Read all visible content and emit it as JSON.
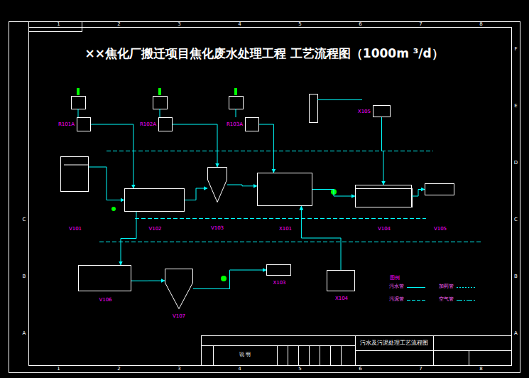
{
  "diagram": {
    "title": "××焦化厂搬迁项目焦化废水处理工程 工艺流程图（1000m ³/d）",
    "nodes": [
      {
        "text": [
          "V101"
        ]
      },
      {
        "text": [
          "V102"
        ]
      },
      {
        "text": [
          "V103"
        ]
      },
      {
        "text": [
          "X101"
        ]
      },
      {
        "text": [
          "V104"
        ]
      },
      {
        "text": [
          "V105"
        ]
      },
      {
        "text": [
          "V106"
        ]
      },
      {
        "text": [
          "V107"
        ]
      },
      {
        "text": [
          "X103"
        ]
      },
      {
        "text": [
          "X104"
        ]
      },
      {
        "text": [
          "X105"
        ]
      },
      {
        "text": [
          "R101A"
        ]
      },
      {
        "text": [
          "R102A"
        ]
      },
      {
        "text": [
          "R103A"
        ]
      }
    ],
    "edges": [
      {
        "from": 0,
        "to": 1,
        "arrow": "to"
      },
      {
        "from": 1,
        "to": 2,
        "arrow": "to"
      },
      {
        "from": 2,
        "to": 3,
        "arrow": "to"
      },
      {
        "from": 3,
        "to": 4,
        "arrow": "to"
      },
      {
        "from": 4,
        "to": 5,
        "arrow": "to"
      },
      {
        "from": 1,
        "to": 6,
        "arrow": "to"
      },
      {
        "from": 6,
        "to": 7,
        "arrow": "to"
      },
      {
        "from": 7,
        "to": 8,
        "arrow": "to"
      },
      {
        "from": 9,
        "to": 3,
        "arrow": "to"
      },
      {
        "from": 10,
        "to": 4,
        "arrow": "to"
      },
      {
        "from": 11,
        "to": 1,
        "arrow": "to"
      },
      {
        "from": 12,
        "to": 2,
        "arrow": "to"
      },
      {
        "from": 13,
        "to": 3,
        "arrow": "to"
      }
    ],
    "labels": [
      "1",
      "2",
      "3",
      "4",
      "5",
      "6",
      "7",
      "8",
      "1",
      "2",
      "3",
      "4",
      "5",
      "6",
      "7",
      "8",
      "F",
      "E",
      "D",
      "C",
      "B",
      "A",
      "C",
      "B",
      "A",
      "说 明",
      "污水及污泥处理工艺流程图",
      "图例"
    ],
    "legend": [
      {
        "text": "污水管"
      },
      {
        "text": "污泥管"
      },
      {
        "text": "加药管"
      },
      {
        "text": "空气管"
      }
    ]
  }
}
